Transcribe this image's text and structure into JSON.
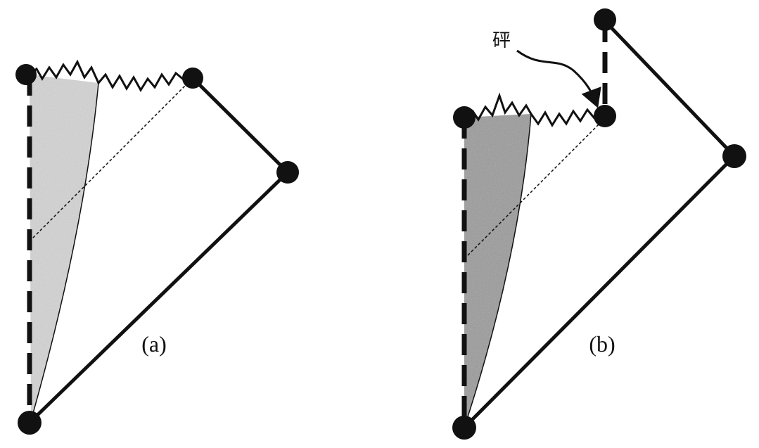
{
  "panels": [
    {
      "label": "(a)"
    },
    {
      "label": "(b)",
      "annotation": "砰"
    }
  ],
  "colors": {
    "ink": "#111111",
    "shade_light": "#d4d4d4",
    "shade_dark": "#9a9a9a",
    "background": "#ffffff"
  }
}
